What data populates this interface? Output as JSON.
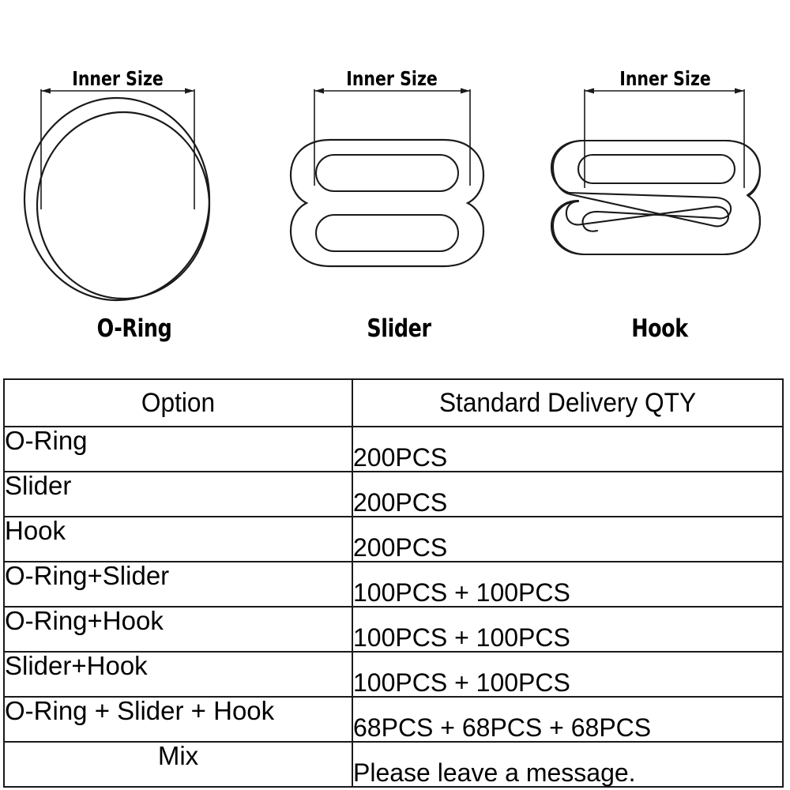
{
  "figures": [
    {
      "id": "o-ring",
      "caption": "O-Ring",
      "dimension_label": "Inner Size",
      "shape": "two concentric rings"
    },
    {
      "id": "slider",
      "caption": "Slider",
      "dimension_label": "Inner Size",
      "shape": "figure-eight slider with two slots"
    },
    {
      "id": "hook",
      "caption": "Hook",
      "dimension_label": "Inner Size",
      "shape": "bra hook with top slot and lower hook"
    }
  ],
  "table": {
    "headers": {
      "option": "Option",
      "qty": "Standard Delivery QTY"
    },
    "rows": [
      {
        "option": "O-Ring",
        "qty": "200PCS",
        "color": "#000000"
      },
      {
        "option": "Slider",
        "qty": "200PCS",
        "color": "#000000"
      },
      {
        "option": "Hook",
        "qty": "200PCS",
        "color": "#000000"
      },
      {
        "option": "O-Ring+Slider",
        "qty": "100PCS + 100PCS",
        "color": "#000000"
      },
      {
        "option": "O-Ring+Hook",
        "qty": "100PCS + 100PCS",
        "color": "#000000"
      },
      {
        "option": "Slider+Hook",
        "qty": "100PCS + 100PCS",
        "color": "#000000"
      },
      {
        "option": "O-Ring + Slider + Hook",
        "qty": "68PCS + 68PCS + 68PCS",
        "color": "#000000"
      },
      {
        "option": "Mix",
        "qty": "Please leave a message.",
        "color": "#ff0000"
      }
    ]
  },
  "colors": {
    "line": "#1a1a1a",
    "text": "#000000",
    "highlight": "#ff0000",
    "background": "#ffffff"
  }
}
